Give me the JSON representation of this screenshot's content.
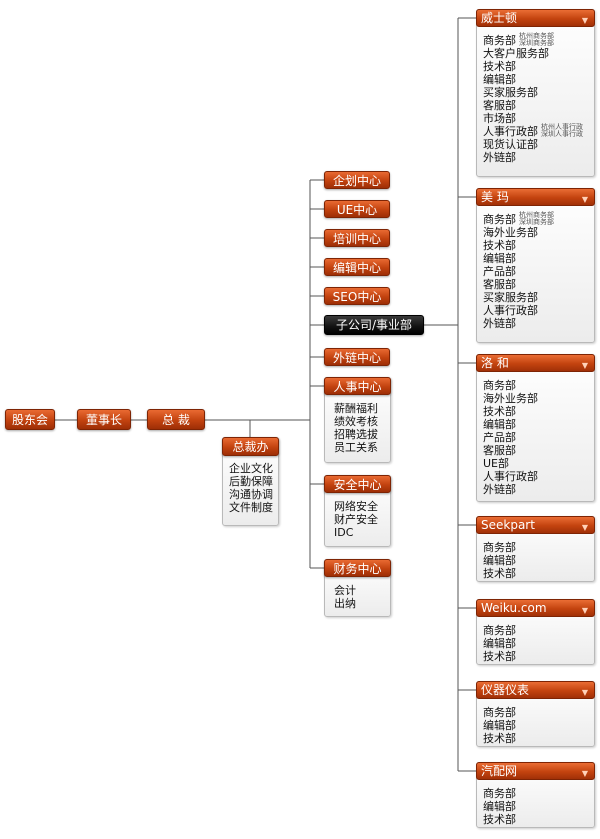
{
  "chain": {
    "shareholders": "股东会",
    "board": "董事长",
    "president": "总 裁"
  },
  "president_office": {
    "title": "总裁办",
    "items": [
      "企业文化",
      "后勤保障",
      "沟通协调",
      "文件制度"
    ]
  },
  "centers": {
    "planning": "企划中心",
    "ue": "UE中心",
    "training": "培训中心",
    "editing": "编辑中心",
    "seo": "SEO中心",
    "subsidiaries": "子公司/事业部",
    "external_links": "外链中心"
  },
  "hr_center": {
    "title": "人事中心",
    "items": [
      "薪酬福利",
      "绩效考核",
      "招聘选拔",
      "员工关系"
    ]
  },
  "security_center": {
    "title": "安全中心",
    "items": [
      "网络安全",
      "财产安全",
      "IDC"
    ]
  },
  "finance_center": {
    "title": "财务中心",
    "items": [
      "会计",
      "出纳"
    ]
  },
  "companies": [
    {
      "name": "威士顿",
      "items": [
        "商务部",
        "大客户服务部",
        "技术部",
        "编辑部",
        "买家服务部",
        "客服部",
        "市场部",
        "人事行政部",
        "现货认证部",
        "外链部"
      ],
      "notes": {
        "0": [
          "杭州商务部",
          "深圳商务部"
        ],
        "7": [
          "杭州人事行政",
          "深圳人事行政"
        ]
      }
    },
    {
      "name": "美 玛",
      "items": [
        "商务部",
        "海外业务部",
        "技术部",
        "编辑部",
        "产品部",
        "客服部",
        "买家服务部",
        "人事行政部",
        "外链部"
      ],
      "notes": {
        "0": [
          "杭州商务部",
          "深圳商务部"
        ]
      }
    },
    {
      "name": "洛 和",
      "items": [
        "商务部",
        "海外业务部",
        "技术部",
        "编辑部",
        "产品部",
        "客服部",
        "UE部",
        "人事行政部",
        "外链部"
      ],
      "notes": {}
    },
    {
      "name": "Seekpart",
      "items": [
        "商务部",
        "编辑部",
        "技术部"
      ],
      "notes": {}
    },
    {
      "name": "Weiku.com",
      "items": [
        "商务部",
        "编辑部",
        "技术部"
      ],
      "notes": {}
    },
    {
      "name": "仪器仪表",
      "items": [
        "商务部",
        "编辑部",
        "技术部"
      ],
      "notes": {}
    },
    {
      "name": "汽配网",
      "items": [
        "商务部",
        "编辑部",
        "技术部"
      ],
      "notes": {}
    }
  ],
  "colors": {
    "orange": "#c2420f",
    "dark": "#111111",
    "line": "#555555"
  }
}
